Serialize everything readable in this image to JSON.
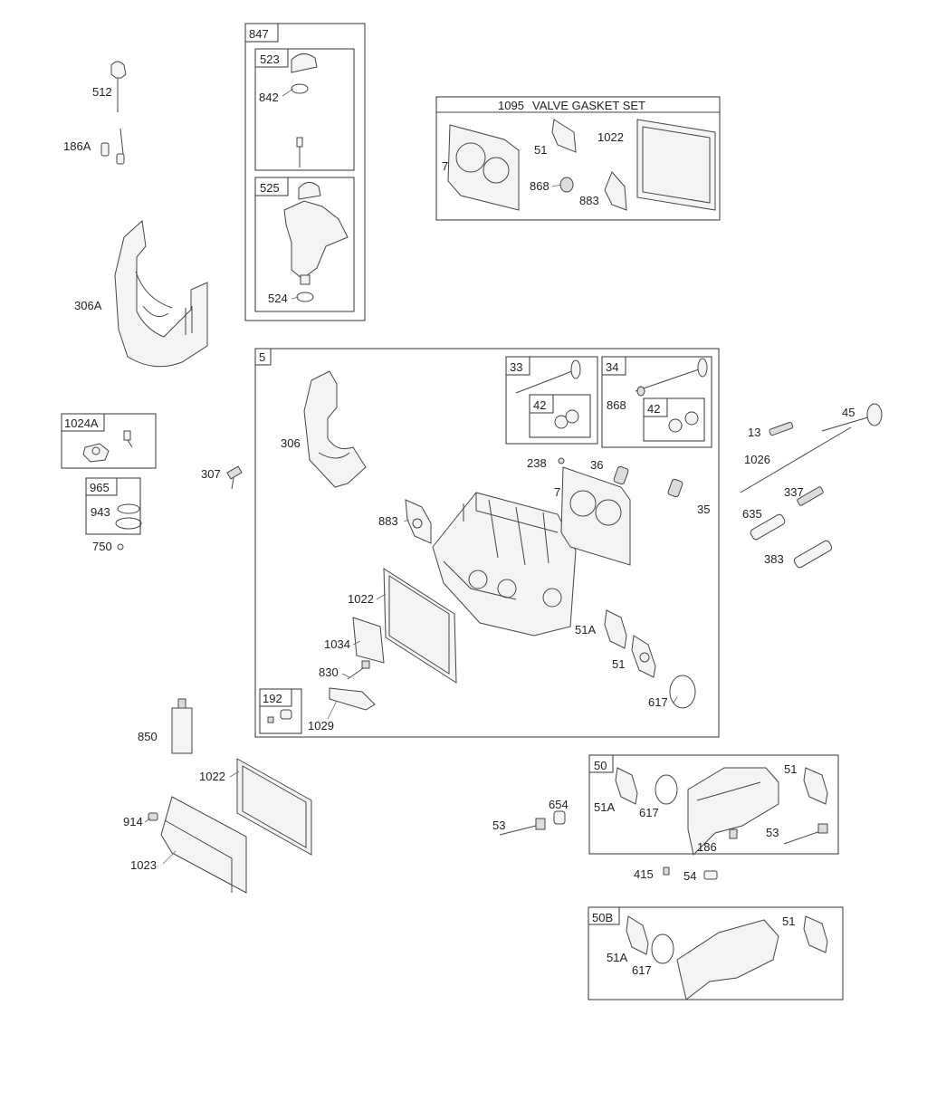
{
  "boxes": {
    "b847": "847",
    "b523": "523",
    "b525": "525",
    "b1095": "1095",
    "b1095_title": "VALVE GASKET SET",
    "b5": "5",
    "b33": "33",
    "b42a": "42",
    "b34": "34",
    "b42b": "42",
    "b1024A": "1024A",
    "b965": "965",
    "b192": "192",
    "b50": "50",
    "b50B": "50B"
  },
  "labels": {
    "p512": "512",
    "p186A": "186A",
    "p306A": "306A",
    "p842": "842",
    "p524": "524",
    "p7a": "7",
    "p51a": "51",
    "p1022a": "1022",
    "p868a": "868",
    "p883a": "883",
    "p306": "306",
    "p307": "307",
    "p943": "943",
    "p750": "750",
    "p238": "238",
    "p36": "36",
    "p7b": "7",
    "p35": "35",
    "p883b": "883",
    "p868b": "868",
    "p13": "13",
    "p45": "45",
    "p1026": "1026",
    "p337": "337",
    "p635": "635",
    "p383": "383",
    "p1022b": "1022",
    "p1034": "1034",
    "p830": "830",
    "p1029": "1029",
    "p51A_mid": "51A",
    "p51_mid": "51",
    "p617_mid": "617",
    "p850": "850",
    "p1022c": "1022",
    "p914": "914",
    "p1023": "1023",
    "p53a": "53",
    "p654": "654",
    "p51A_50": "51A",
    "p617_50": "617",
    "p51_50": "51",
    "p186": "186",
    "p53b": "53",
    "p415": "415",
    "p54": "54",
    "p51A_50B": "51A",
    "p617_50B": "617",
    "p51_50B": "51"
  }
}
